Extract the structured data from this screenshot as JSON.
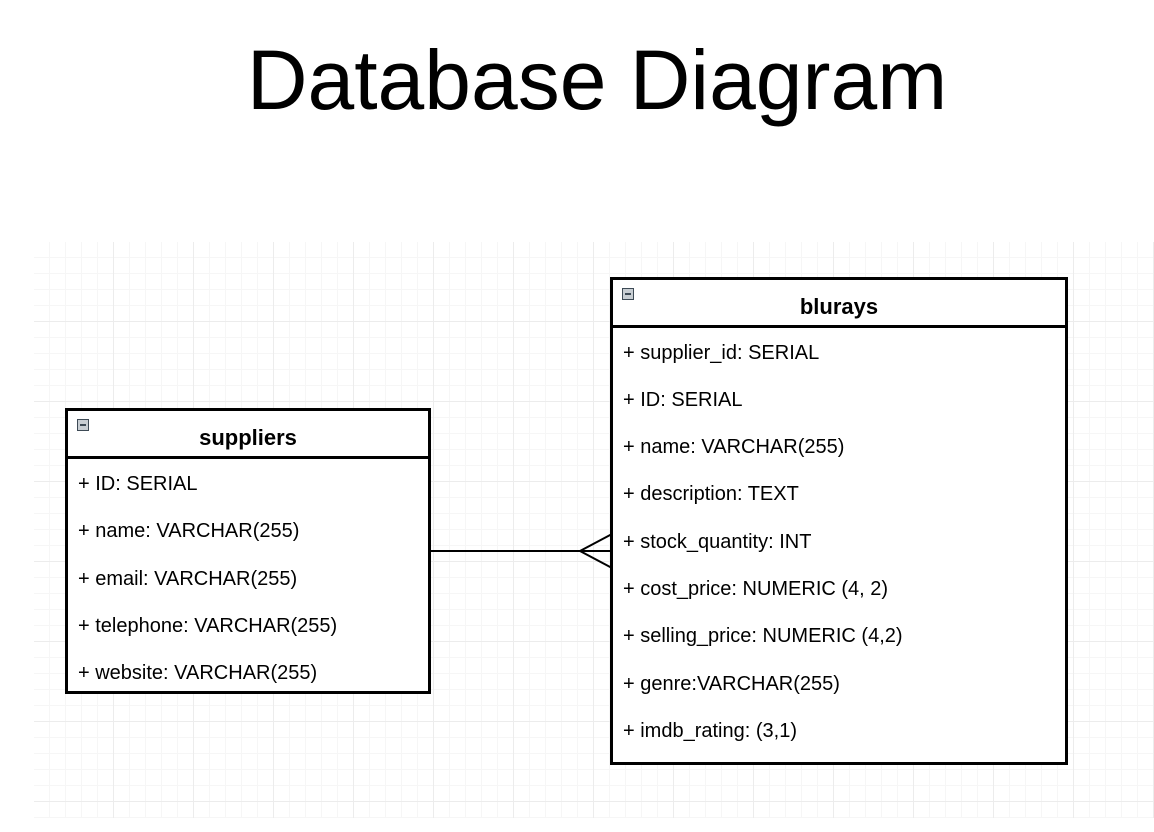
{
  "title": "Database Diagram",
  "entities": {
    "suppliers": {
      "name": "suppliers",
      "fields": [
        "+ ID: SERIAL",
        "+ name: VARCHAR(255)",
        "+ email: VARCHAR(255)",
        "+ telephone: VARCHAR(255)",
        "+ website: VARCHAR(255)"
      ]
    },
    "blurays": {
      "name": "blurays",
      "fields": [
        "+ supplier_id: SERIAL",
        "+ ID: SERIAL",
        "+ name: VARCHAR(255)",
        "+ description: TEXT",
        "+ stock_quantity: INT",
        "+ cost_price: NUMERIC (4, 2)",
        "+ selling_price: NUMERIC (4,2)",
        "+ genre:VARCHAR(255)",
        "+ imdb_rating: (3,1)"
      ]
    }
  },
  "relationship": {
    "from": "suppliers",
    "to": "blurays",
    "from_cardinality": "one",
    "to_cardinality": "many"
  }
}
